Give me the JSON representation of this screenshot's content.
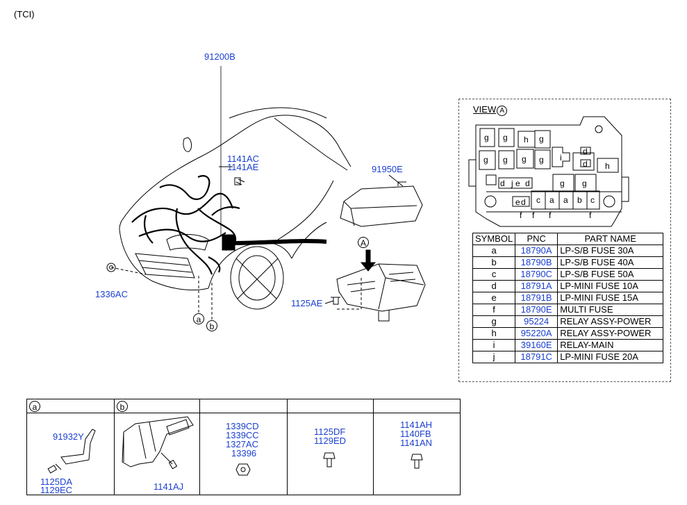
{
  "header": {
    "model_code": "(TCI)"
  },
  "labels": {
    "harness_main": "91200B",
    "bolt_top_1": "1141AC",
    "bolt_top_2": "1141AE",
    "grommet": "1336AC",
    "box_cover": "91950E",
    "box_bolt": "1125AE",
    "arrow_view": "A",
    "ref_a": "a",
    "ref_b": "b"
  },
  "view": {
    "title": "VIEW",
    "title_circle": "A",
    "fuse_grid_labels": [
      "g",
      "g",
      "h",
      "g",
      "g",
      "g",
      "g",
      "g",
      "i",
      "d",
      "d",
      "h",
      "d",
      "j",
      "e",
      "d",
      "g",
      "g",
      "e",
      "d",
      "c",
      "a",
      "a",
      "b",
      "c",
      "f",
      "f",
      "f",
      "f"
    ],
    "table": {
      "headers": [
        "SYMBOL",
        "PNC",
        "PART NAME"
      ],
      "rows": [
        {
          "symbol": "a",
          "pnc": "18790A",
          "name": "LP-S/B FUSE 30A"
        },
        {
          "symbol": "b",
          "pnc": "18790B",
          "name": "LP-S/B FUSE 40A"
        },
        {
          "symbol": "c",
          "pnc": "18790C",
          "name": "LP-S/B FUSE 50A"
        },
        {
          "symbol": "d",
          "pnc": "18791A",
          "name": "LP-MINI FUSE 10A"
        },
        {
          "symbol": "e",
          "pnc": "18791B",
          "name": "LP-MINI FUSE 15A"
        },
        {
          "symbol": "f",
          "pnc": "18790E",
          "name": "MULTI FUSE"
        },
        {
          "symbol": "g",
          "pnc": "95224",
          "name": "RELAY ASSY-POWER"
        },
        {
          "symbol": "h",
          "pnc": "95220A",
          "name": "RELAY ASSY-POWER"
        },
        {
          "symbol": "i",
          "pnc": "39160E",
          "name": "RELAY-MAIN"
        },
        {
          "symbol": "j",
          "pnc": "18791C",
          "name": "LP-MINI FUSE 20A"
        }
      ]
    }
  },
  "parts": [
    {
      "circle": "a",
      "labels": [
        "91932Y",
        "1125DA",
        "1129EC"
      ]
    },
    {
      "circle": "b",
      "labels": [
        "1141AJ"
      ]
    },
    {
      "circle": "",
      "labels": [
        "1339CD",
        "1339CC",
        "1327AC",
        "13396"
      ]
    },
    {
      "circle": "",
      "labels": [
        "1125DF",
        "1129ED"
      ]
    },
    {
      "circle": "",
      "labels": [
        "1141AH",
        "1140FB",
        "1141AN"
      ]
    }
  ],
  "colors": {
    "pnc_blue": "#1a3fd0",
    "line": "#000000"
  }
}
